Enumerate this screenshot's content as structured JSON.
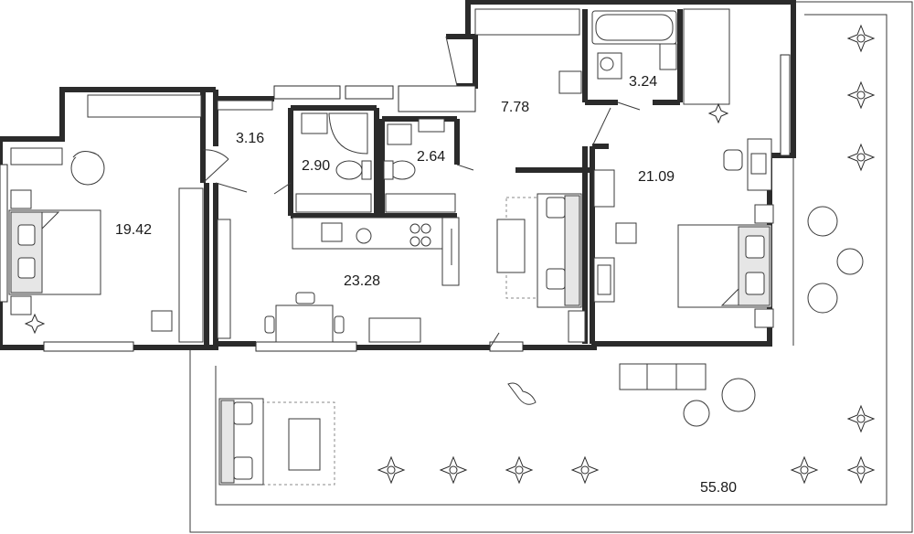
{
  "rooms": [
    {
      "id": "bedroom-left",
      "area": "19.42"
    },
    {
      "id": "hall",
      "area": "3.16"
    },
    {
      "id": "bathroom-1",
      "area": "2.90"
    },
    {
      "id": "bathroom-2",
      "area": "2.64"
    },
    {
      "id": "entry",
      "area": "7.78"
    },
    {
      "id": "bathroom-3",
      "area": "3.24"
    },
    {
      "id": "bedroom-right",
      "area": "21.09"
    },
    {
      "id": "kitchen-living",
      "area": "23.28"
    },
    {
      "id": "terrace",
      "area": "55.80"
    }
  ],
  "colors": {
    "wall": "#2b2b2b",
    "background": "#ffffff",
    "fill": "#e6e6e6"
  }
}
